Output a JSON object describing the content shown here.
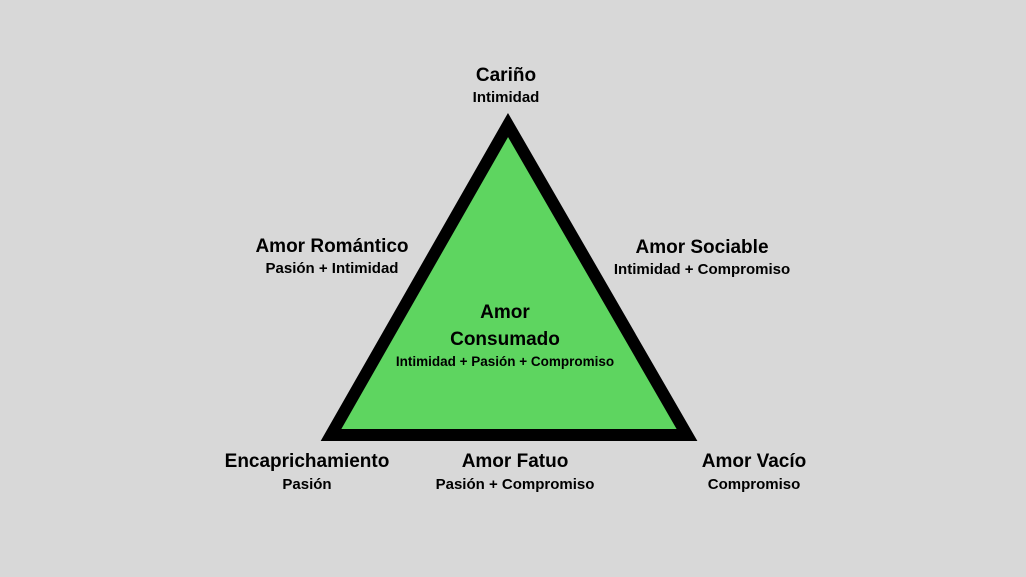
{
  "colors": {
    "background": "#d8d8d8",
    "triangle_fill": "#5ed560",
    "triangle_stroke": "#000000"
  },
  "apex": {
    "title": "Cariño",
    "subtitle": "Intimidad"
  },
  "left_side": {
    "title": "Amor Romántico",
    "subtitle": "Pasión + Intimidad"
  },
  "right_side": {
    "title": "Amor Sociable",
    "subtitle": "Intimidad + Compromiso"
  },
  "center": {
    "title_line1": "Amor",
    "title_line2": "Consumado",
    "subtitle": "Intimidad + Pasión + Compromiso"
  },
  "bottom_left": {
    "title": "Encaprichamiento",
    "subtitle": "Pasión"
  },
  "bottom_center": {
    "title": "Amor Fatuo",
    "subtitle": "Pasión + Compromiso"
  },
  "bottom_right": {
    "title": "Amor Vacío",
    "subtitle": "Compromiso"
  }
}
